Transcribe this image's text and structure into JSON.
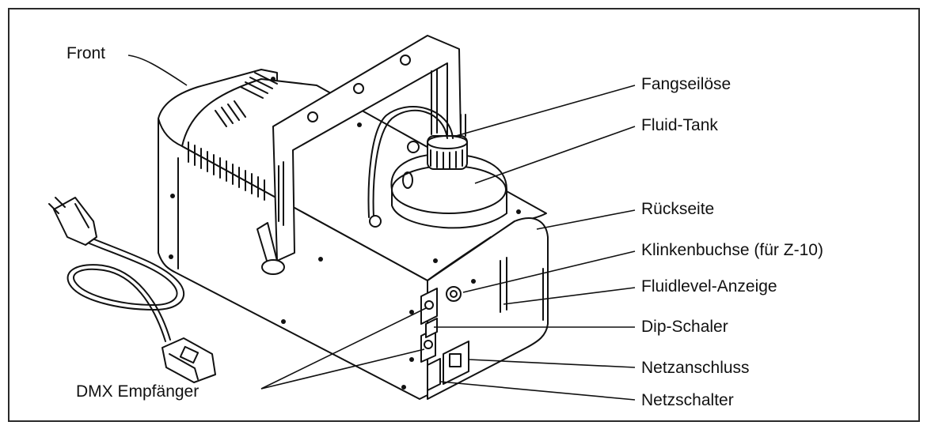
{
  "labels": {
    "front": "Front",
    "fangseiloese": "Fangseilöse",
    "fluid_tank": "Fluid-Tank",
    "rueckseite": "Rückseite",
    "klinkenbuchse": "Klinkenbuchse (für Z-10)",
    "fluidlevel": "Fluidlevel-Anzeige",
    "dip_schaler": "Dip-Schaler",
    "netzanschluss": "Netzanschluss",
    "netzschalter": "Netzschalter",
    "dmx": "DMX Empfänger"
  }
}
